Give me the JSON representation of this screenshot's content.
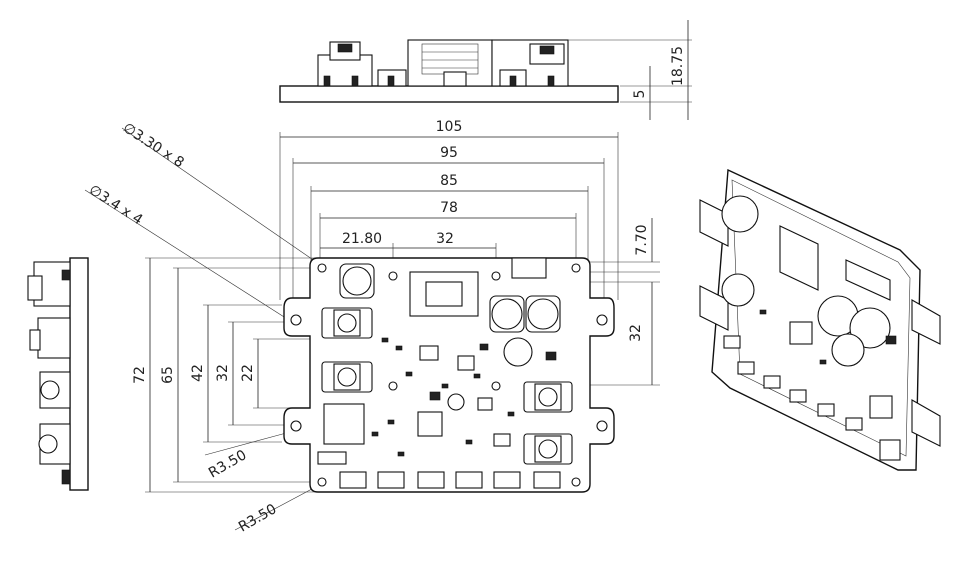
{
  "dimensions": {
    "height_total": "18.75",
    "height_pcb": "5",
    "width_105": "105",
    "width_95": "95",
    "width_85": "85",
    "width_78": "78",
    "offset_21_80": "21.80",
    "spacing_32_top": "32",
    "offset_7_70": "7.70",
    "spacing_32_right": "32",
    "height_72": "72",
    "height_65": "65",
    "height_42": "42",
    "height_32_left": "32",
    "height_22": "22",
    "radius_upper": "R3.50",
    "radius_lower": "R3.50",
    "hole_large": "∅3.30 x 8",
    "hole_small": "∅3.4 x 4"
  }
}
